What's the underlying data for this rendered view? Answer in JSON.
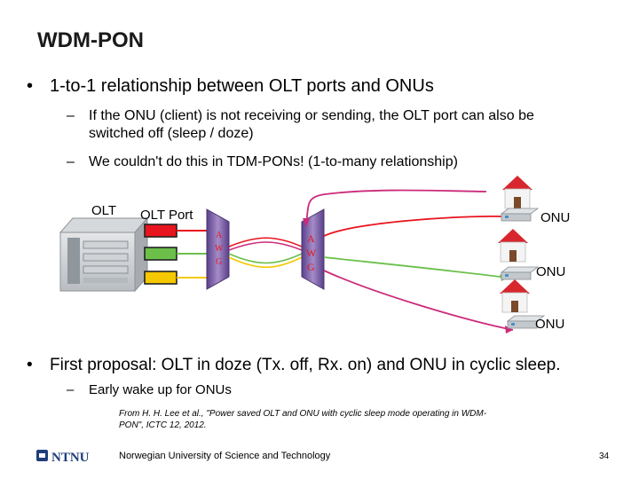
{
  "slide": {
    "title": "WDM-PON",
    "bullets": [
      {
        "marker": "•",
        "text": "1-to-1 relationship between OLT ports and ONUs",
        "subs": [
          {
            "marker": "–",
            "text": "If the ONU (client) is not receiving or sending, the OLT port can also be switched off (sleep / doze)"
          },
          {
            "marker": "–",
            "text": "We couldn't do this in TDM-PONs! (1-to-many relationship)"
          }
        ]
      },
      {
        "marker": "•",
        "text": "First proposal: OLT in doze (Tx. off, Rx. on) and ONU in cyclic sleep.",
        "subs": [
          {
            "marker": "–",
            "text": "Early wake up for ONUs"
          }
        ]
      }
    ],
    "citation": "From H. H. Lee et al., \"Power saved OLT and ONU with cyclic sleep mode operating in WDM-PON\", ICTC 12, 2012."
  },
  "diagram": {
    "olt_label": "OLT",
    "olt_port_label": "OLT Port",
    "awg_letters": [
      "A",
      "W",
      "G"
    ],
    "onu_labels": [
      "ONU",
      "ONU",
      "ONU"
    ],
    "colors": {
      "port_red": "#e8141e",
      "port_green": "#6cc04a",
      "port_yellow": "#f5c800",
      "fiber_magenta": "#cc2a7a",
      "awg_purple": "#7a5a9e",
      "house_roof": "#d8262e",
      "device_blue": "#4a90c8"
    }
  },
  "footer": {
    "logo_text": "NTNU",
    "university": "Norwegian University of Science and Technology",
    "page_number": "34",
    "logo_color": "#1f3d7a"
  }
}
